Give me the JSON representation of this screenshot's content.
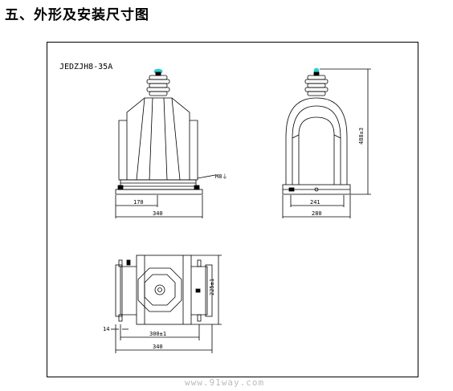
{
  "heading": "五、外形及安装尺寸图",
  "model": "JEDZJH8-35A",
  "front_view": {
    "terminal_label": "M8⏚",
    "dim_half_width": "170",
    "dim_total_width": "340"
  },
  "side_view": {
    "dim_height": "488±3",
    "dim_mount": "241",
    "dim_total": "280"
  },
  "top_view": {
    "dim_depth": "225±1",
    "dim_hole": "14",
    "dim_mount": "300±1",
    "dim_total": "340"
  },
  "watermark": "www.91way.com",
  "colors": {
    "line": "#000000",
    "terminal": "#33cccc",
    "watermark": "#bbbbbb"
  }
}
